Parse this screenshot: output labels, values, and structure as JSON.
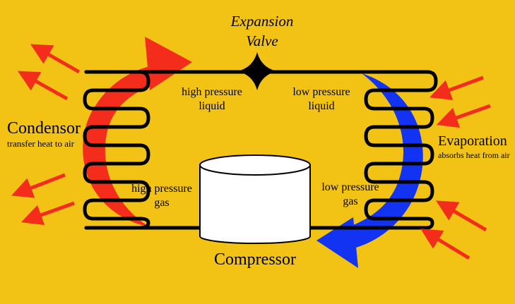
{
  "colors": {
    "background": "#f2c315",
    "hot_arrow": "#f42c1c",
    "cold_arrow": "#1233f2",
    "coil": "#000000",
    "compressor_fill": "#ffffff"
  },
  "labels": {
    "expansion_valve_line1": "Expansion",
    "expansion_valve_line2": "Valve",
    "high_pressure_liquid_line1": "high pressure",
    "high_pressure_liquid_line2": "liquid",
    "low_pressure_liquid_line1": "low pressure",
    "low_pressure_liquid_line2": "liquid",
    "high_pressure_gas_line1": "high pressure",
    "high_pressure_gas_line2": "gas",
    "low_pressure_gas_line1": "low pressure",
    "low_pressure_gas_line2": "gas",
    "condensor": "Condensor",
    "condensor_sub": "transfer heat to air",
    "evaporation": "Evaporation",
    "evaporation_sub": "absorbs heat from air",
    "compressor": "Compressor"
  },
  "icons": {
    "valve": "expansion-valve-icon",
    "compressor": "compressor-icon",
    "hot_flow": "hot-flow-arrow-icon",
    "cold_flow": "cold-flow-arrow-icon",
    "heat_out": "heat-out-arrow-icon",
    "heat_in": "heat-in-arrow-icon"
  }
}
